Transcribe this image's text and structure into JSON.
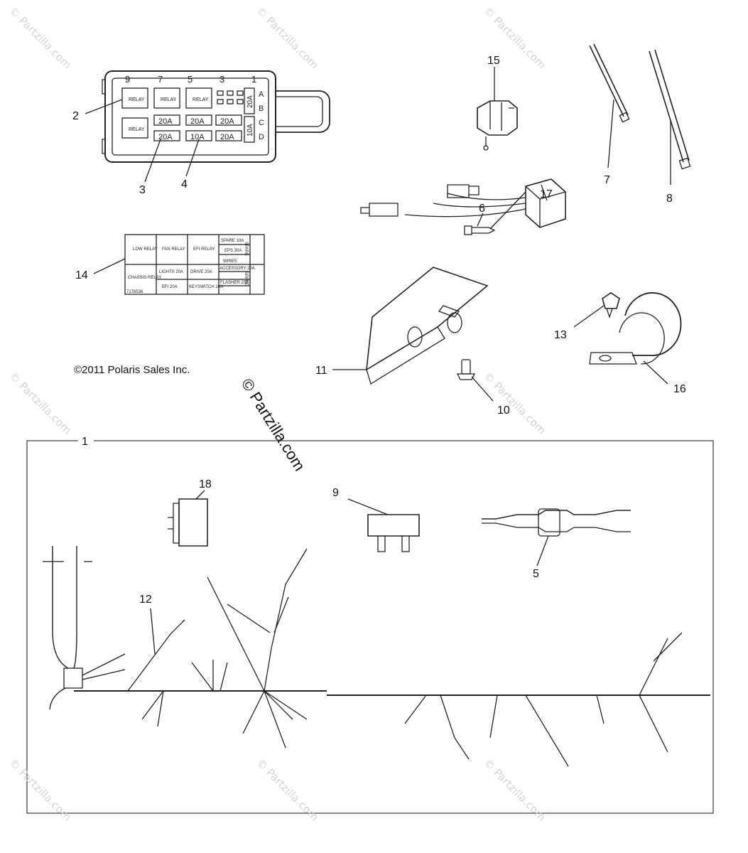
{
  "copyright": "©2011 Polaris Sales Inc.",
  "watermark_center": "© Partzilla.com",
  "watermark_corner": "© Partzilla.com",
  "callouts": [
    "1",
    "2",
    "3",
    "4",
    "5",
    "6",
    "7",
    "8",
    "9",
    "10",
    "11",
    "12",
    "13",
    "14",
    "15",
    "16",
    "17",
    "18"
  ],
  "fuse_box": {
    "cavity_numbers": [
      "9",
      "7",
      "5",
      "3",
      "1"
    ],
    "row_letters": [
      "A",
      "B",
      "C",
      "D"
    ],
    "relay_label": "RELAY",
    "fuse_labels": [
      "20A",
      "20A",
      "20A",
      "20A",
      "10A",
      "20A"
    ],
    "side_fuses": [
      "20A",
      "10A"
    ]
  },
  "fuse_card": {
    "cells": [
      "LOW RELAY",
      "FAN RELAY",
      "EFI RELAY",
      "SPARE 10A",
      "EPS 30A",
      "WIRES",
      "CHASSIS RELAY",
      "LIGHTS 20A",
      "DRIVE 20A",
      "ACCESSORY 20A",
      "EFI 20A",
      "KEYSWITCH 10A",
      "FLASHER 20A",
      "SPARE",
      "SPARE"
    ],
    "code": "7176536"
  },
  "colors": {
    "line": "#222222",
    "watermark": "#d4d4d4",
    "background": "#ffffff"
  }
}
